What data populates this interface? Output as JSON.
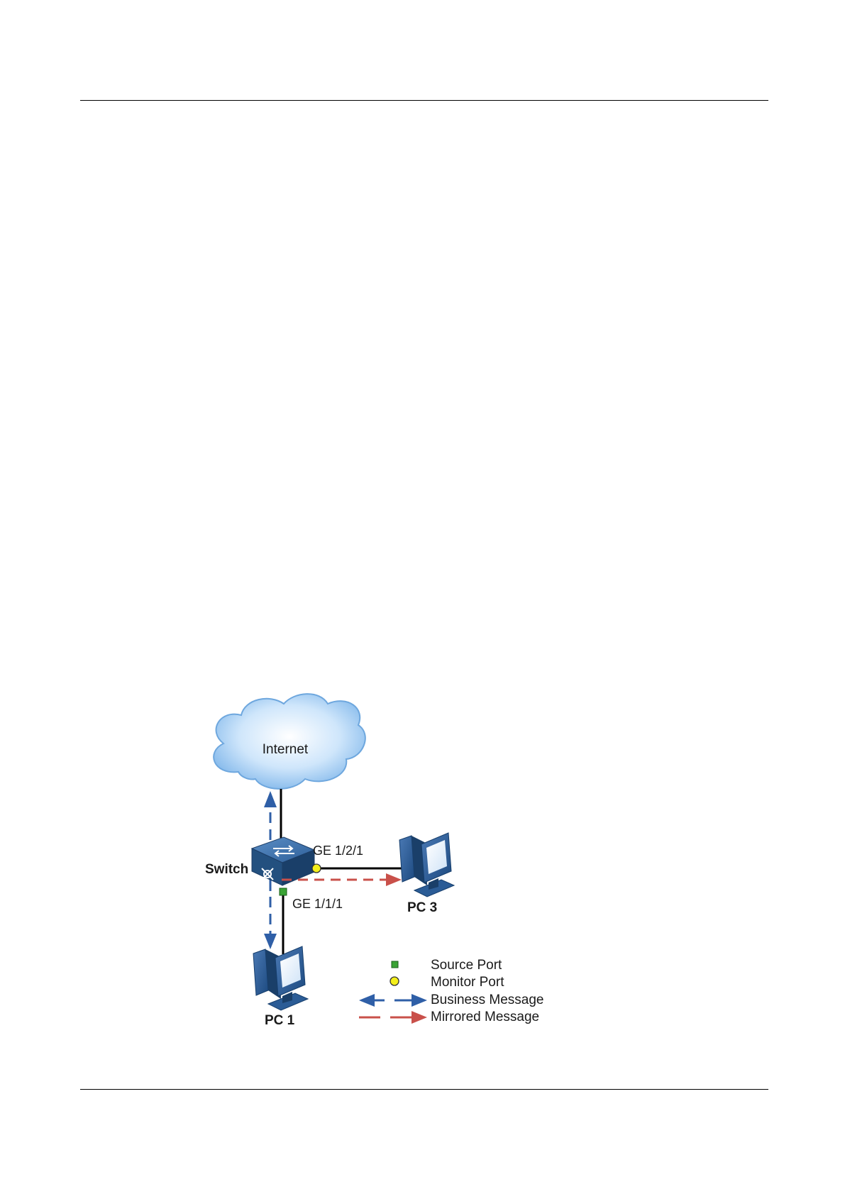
{
  "diagram": {
    "cloud_label": "Internet",
    "switch_label": "Switch",
    "port_monitor_label": "GE 1/2/1",
    "port_source_label": "GE 1/1/1",
    "pc3_label": "PC 3",
    "pc1_label": "PC 1"
  },
  "legend": {
    "source_port": "Source Port",
    "monitor_port": "Monitor Port",
    "business_message": "Business Message",
    "mirrored_message": "Mirrored Message"
  },
  "colors": {
    "business_arrow": "#2f5fa7",
    "mirrored_arrow": "#c9504a",
    "source_port": "#3aa335",
    "monitor_port": "#f4ef1a",
    "device_blue": "#1f4f86"
  }
}
